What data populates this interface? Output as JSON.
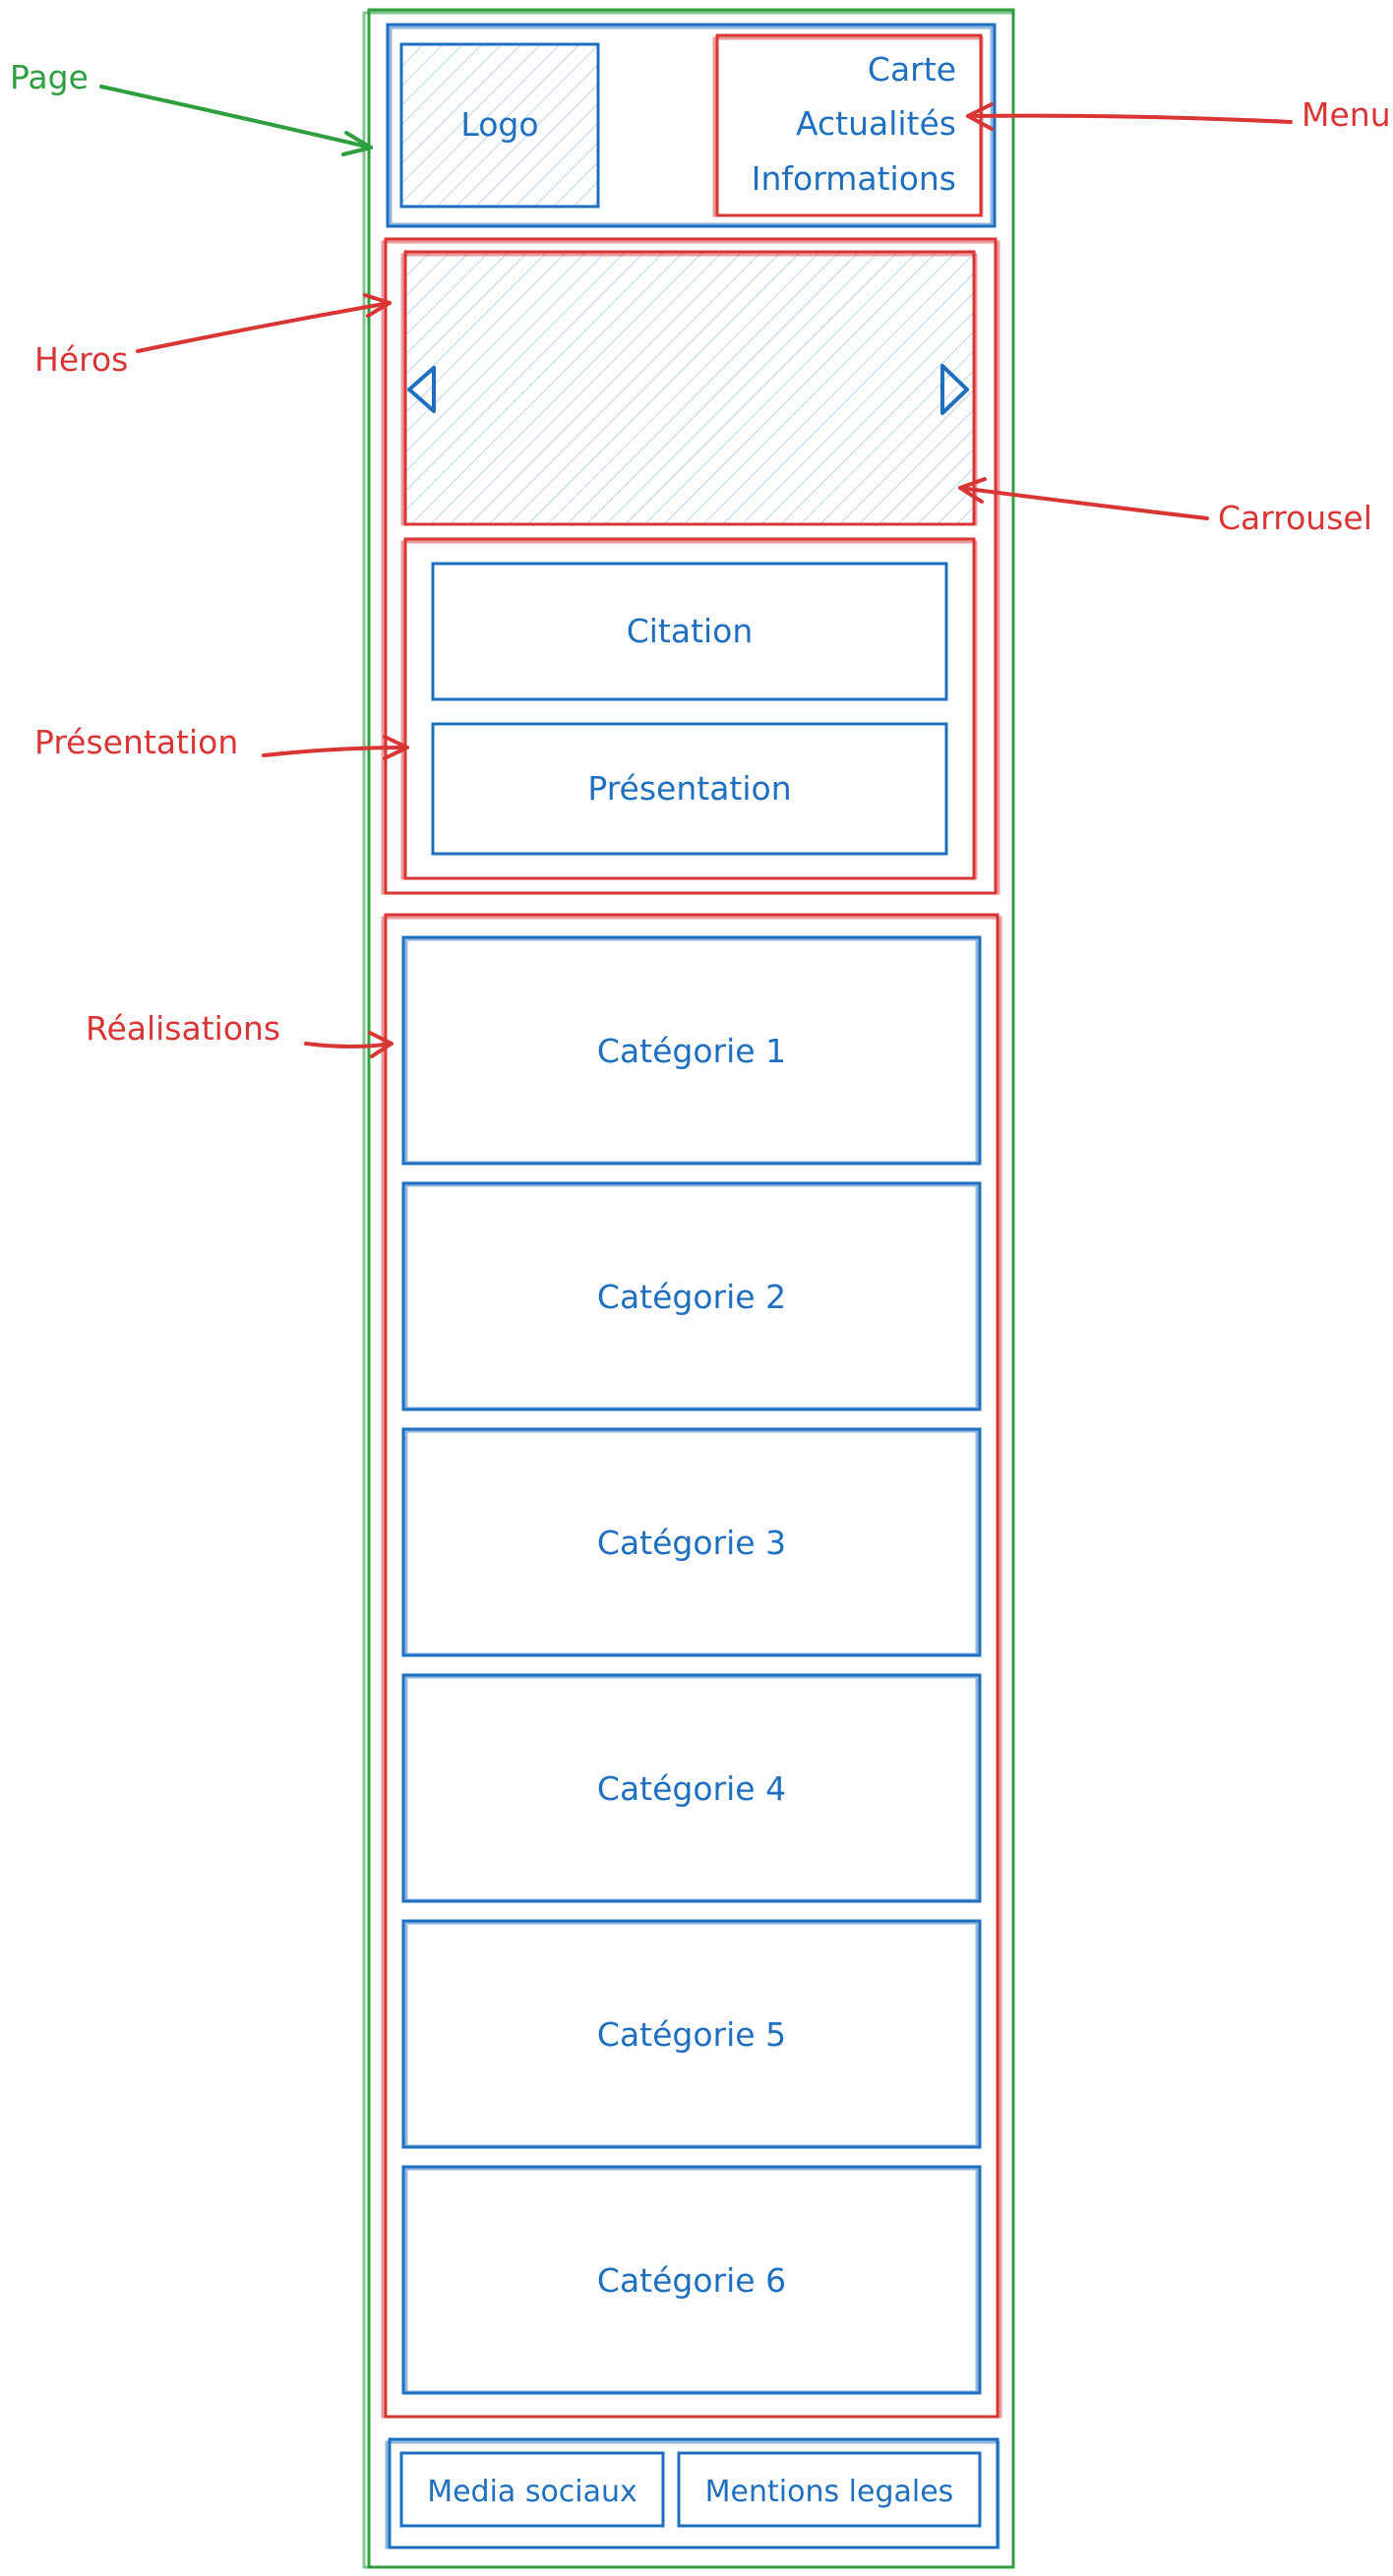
{
  "colors": {
    "blue": "#1f6fc0",
    "red": "#d93535",
    "green": "#2f9e3f",
    "hatch": "#9fc7ec"
  },
  "header": {
    "logo": "Logo",
    "menu_items": [
      "Carte",
      "Actualités",
      "Informations"
    ]
  },
  "hero": {
    "carousel_prev_icon": "triangle-left-icon",
    "carousel_next_icon": "triangle-right-icon",
    "presentation": {
      "quote": "Citation",
      "text": "Présentation"
    }
  },
  "realisations": {
    "categories": [
      "Catégorie 1",
      "Catégorie 2",
      "Catégorie 3",
      "Catégorie 4",
      "Catégorie 5",
      "Catégorie 6"
    ]
  },
  "footer": {
    "items": [
      "Media sociaux",
      "Mentions legales"
    ]
  },
  "annotations": {
    "page": "Page",
    "menu": "Menu",
    "hero": "Héros",
    "carousel": "Carrousel",
    "presentation": "Présentation",
    "realisations": "Réalisations"
  }
}
